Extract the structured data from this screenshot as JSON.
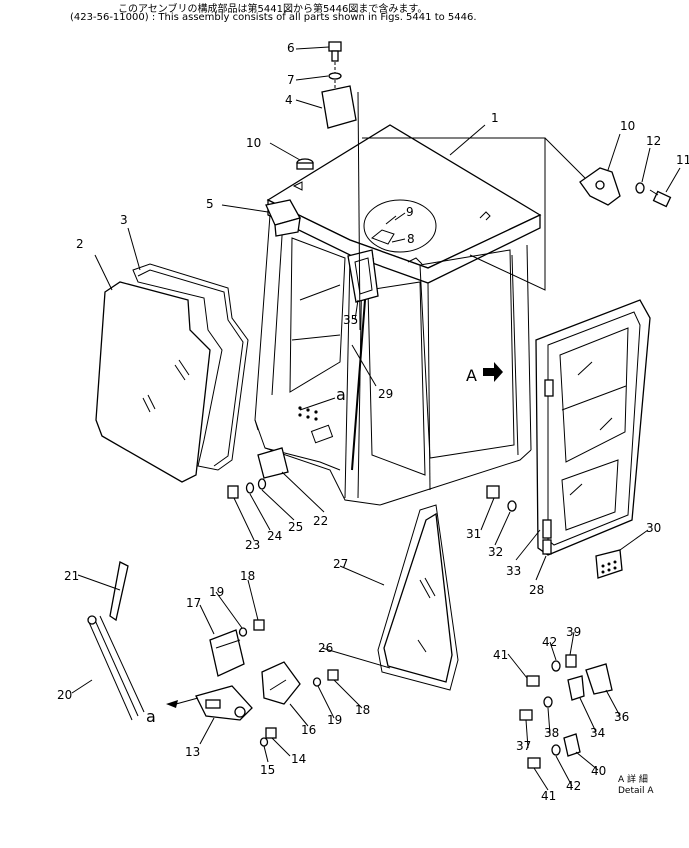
{
  "header": {
    "note_jp": "このアセンブリの構成部品は第5441図から第5446図まで含みます。",
    "note_en": "(423-56-11000) : This assembly consists of all parts shown in Figs. 5441 to 5446."
  },
  "callouts": {
    "c1": "1",
    "c2": "2",
    "c3": "3",
    "c4": "4",
    "c5": "5",
    "c6": "6",
    "c7": "7",
    "c8": "8",
    "c9": "9",
    "c10a": "10",
    "c10b": "10",
    "c11": "11",
    "c12": "12",
    "c13": "13",
    "c14": "14",
    "c15": "15",
    "c16": "16",
    "c17": "17",
    "c18a": "18",
    "c18b": "18",
    "c19a": "19",
    "c19b": "19",
    "c20": "20",
    "c21": "21",
    "c22": "22",
    "c23": "23",
    "c24": "24",
    "c25": "25",
    "c26": "26",
    "c27": "27",
    "c28": "28",
    "c29": "29",
    "c30": "30",
    "c31": "31",
    "c32": "32",
    "c33": "33",
    "c34": "34",
    "c35": "35",
    "c36": "36",
    "c37": "37",
    "c38": "38",
    "c39": "39",
    "c40": "40",
    "c41a": "41",
    "c41b": "41",
    "c42a": "42",
    "c42b": "42"
  },
  "markers": {
    "view_a": "A",
    "ref_a1": "a",
    "ref_a2": "a"
  },
  "detail": {
    "jp": "A 詳 細",
    "en": "Detail A"
  }
}
